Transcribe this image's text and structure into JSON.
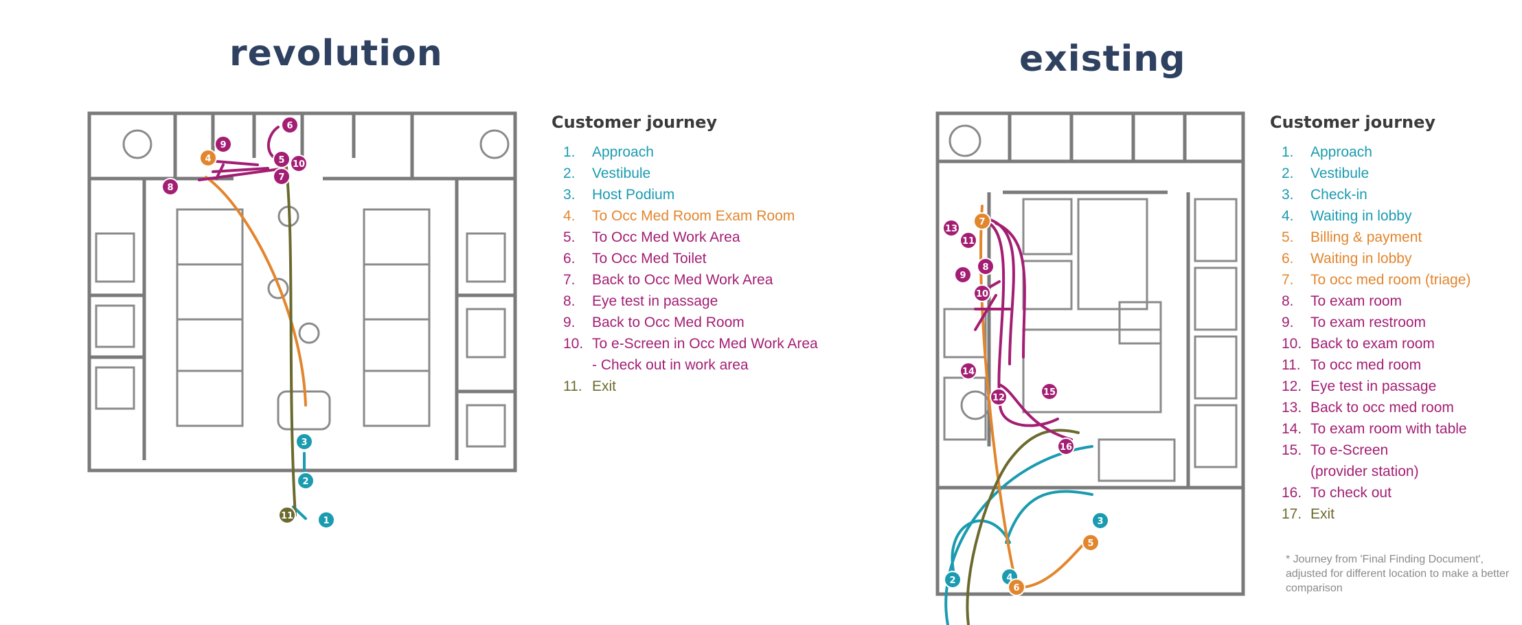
{
  "titles": {
    "left": "revolution",
    "right": "existing"
  },
  "colors": {
    "teal": "#1a9bb0",
    "orange": "#e2862e",
    "magenta": "#a31e73",
    "olive": "#6b6a2e",
    "wall": "#7a7a7a",
    "title": "#2f4160"
  },
  "legend_left": {
    "heading": "Customer journey",
    "items": [
      {
        "num": "1.",
        "text": "Approach",
        "color": "teal"
      },
      {
        "num": "2.",
        "text": "Vestibule",
        "color": "teal"
      },
      {
        "num": "3.",
        "text": "Host Podium",
        "color": "teal"
      },
      {
        "num": "4.",
        "text": "To Occ Med Room Exam Room",
        "color": "orange"
      },
      {
        "num": "5.",
        "text": "To Occ Med Work Area",
        "color": "magenta"
      },
      {
        "num": "6.",
        "text": "To Occ Med Toilet",
        "color": "magenta"
      },
      {
        "num": "7.",
        "text": "Back to Occ Med Work Area",
        "color": "magenta"
      },
      {
        "num": "8.",
        "text": "Eye test in passage",
        "color": "magenta"
      },
      {
        "num": "9.",
        "text": "Back to Occ Med Room",
        "color": "magenta"
      },
      {
        "num": "10.",
        "text": "To e-Screen in Occ Med Work Area",
        "color": "magenta"
      },
      {
        "num": "",
        "text": "- Check out in work area",
        "color": "magenta"
      },
      {
        "num": "11.",
        "text": "Exit",
        "color": "olive"
      }
    ]
  },
  "legend_right": {
    "heading": "Customer journey",
    "items": [
      {
        "num": "1.",
        "text": "Approach",
        "color": "teal"
      },
      {
        "num": "2.",
        "text": "Vestibule",
        "color": "teal"
      },
      {
        "num": "3.",
        "text": "Check-in",
        "color": "teal"
      },
      {
        "num": "4.",
        "text": "Waiting in lobby",
        "color": "teal"
      },
      {
        "num": "5.",
        "text": "Billing & payment",
        "color": "orange"
      },
      {
        "num": "6.",
        "text": "Waiting in lobby",
        "color": "orange"
      },
      {
        "num": "7.",
        "text": "To occ med room (triage)",
        "color": "orange"
      },
      {
        "num": "8.",
        "text": "To exam room",
        "color": "magenta"
      },
      {
        "num": "9.",
        "text": "To exam restroom",
        "color": "magenta"
      },
      {
        "num": "10.",
        "text": "Back to exam room",
        "color": "magenta"
      },
      {
        "num": "11.",
        "text": "To occ med room",
        "color": "magenta"
      },
      {
        "num": "12.",
        "text": "Eye test in passage",
        "color": "magenta"
      },
      {
        "num": "13.",
        "text": "Back to occ med room",
        "color": "magenta"
      },
      {
        "num": "14.",
        "text": "To exam room with table",
        "color": "magenta"
      },
      {
        "num": "15.",
        "text": "To e-Screen",
        "color": "magenta"
      },
      {
        "num": "",
        "text": "(provider station)",
        "color": "magenta"
      },
      {
        "num": "16.",
        "text": "To check out",
        "color": "magenta"
      },
      {
        "num": "17.",
        "text": "Exit",
        "color": "olive"
      }
    ]
  },
  "footnote": "* Journey from 'Final Finding Document', adjusted for different location to make a better comparison",
  "markers_left": [
    {
      "label": "1",
      "color": "teal"
    },
    {
      "label": "2",
      "color": "teal"
    },
    {
      "label": "3",
      "color": "teal"
    },
    {
      "label": "4",
      "color": "orange"
    },
    {
      "label": "5",
      "color": "magenta"
    },
    {
      "label": "6",
      "color": "magenta"
    },
    {
      "label": "7",
      "color": "magenta"
    },
    {
      "label": "8",
      "color": "magenta"
    },
    {
      "label": "9",
      "color": "magenta"
    },
    {
      "label": "10",
      "color": "magenta"
    },
    {
      "label": "11",
      "color": "olive"
    }
  ],
  "markers_right": [
    {
      "label": "2",
      "color": "teal"
    },
    {
      "label": "3",
      "color": "teal"
    },
    {
      "label": "4",
      "color": "teal"
    },
    {
      "label": "5",
      "color": "orange"
    },
    {
      "label": "6",
      "color": "orange"
    },
    {
      "label": "7",
      "color": "orange"
    },
    {
      "label": "8",
      "color": "magenta"
    },
    {
      "label": "9",
      "color": "magenta"
    },
    {
      "label": "10",
      "color": "magenta"
    },
    {
      "label": "11",
      "color": "magenta"
    },
    {
      "label": "12",
      "color": "magenta"
    },
    {
      "label": "13",
      "color": "magenta"
    },
    {
      "label": "14",
      "color": "magenta"
    },
    {
      "label": "15",
      "color": "magenta"
    },
    {
      "label": "16",
      "color": "magenta"
    }
  ]
}
